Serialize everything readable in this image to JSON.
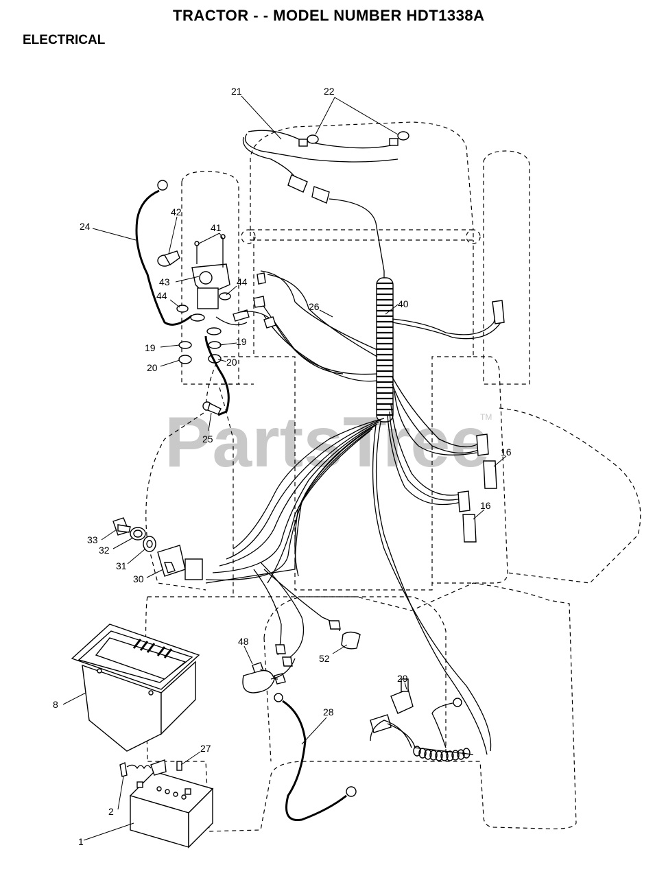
{
  "header": {
    "title": "TRACTOR - - MODEL NUMBER HDT1338A",
    "section": "ELECTRICAL"
  },
  "watermark": {
    "text": "PartsTree",
    "tm": "TM"
  },
  "callouts": {
    "c1": "1",
    "c2": "2",
    "c8": "8",
    "c16a": "16",
    "c16b": "16",
    "c19a": "19",
    "c19b": "19",
    "c20a": "20",
    "c20b": "20",
    "c21": "21",
    "c22": "22",
    "c24": "24",
    "c25": "25",
    "c26": "26",
    "c27": "27",
    "c28": "28",
    "c29": "29",
    "c30": "30",
    "c31": "31",
    "c32": "32",
    "c33": "33",
    "c40": "40",
    "c41": "41",
    "c42": "42",
    "c43": "43",
    "c44a": "44",
    "c44b": "44",
    "c48": "48",
    "c52": "52"
  },
  "colors": {
    "ink": "#000000",
    "watermark": "#c9c9c9",
    "background": "#ffffff"
  }
}
